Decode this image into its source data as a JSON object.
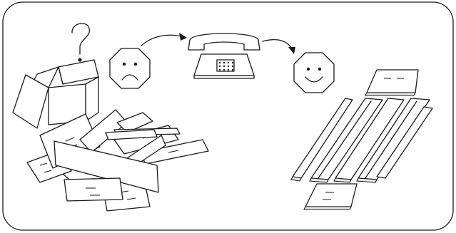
{
  "illustration": {
    "background_color": "#ffffff",
    "line_color": "#1a1a1a",
    "panels": [
      {
        "id": "messy-boxes",
        "icons": [
          "question-mark-icon",
          "open-box-icon",
          "scattered-boards-icon"
        ]
      },
      {
        "id": "sad-face",
        "icons": [
          "sad-face-icon"
        ]
      },
      {
        "id": "telephone",
        "icons": [
          "telephone-icon"
        ]
      },
      {
        "id": "happy-face",
        "icons": [
          "happy-face-icon"
        ]
      },
      {
        "id": "organized-boards",
        "icons": [
          "aligned-boards-icon",
          "stacked-labels-icon"
        ]
      }
    ]
  }
}
